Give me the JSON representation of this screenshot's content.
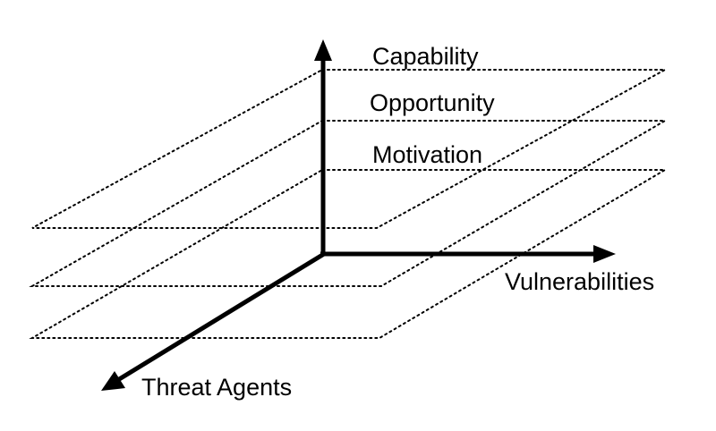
{
  "diagram": {
    "layers": {
      "capability": "Capability",
      "opportunity": "Opportunity",
      "motivation": "Motivation"
    },
    "axes": {
      "vulnerabilities": "Vulnerabilities",
      "threat_agents": "Threat Agents"
    },
    "colors": {
      "ink": "#000000",
      "background": "#ffffff"
    }
  }
}
